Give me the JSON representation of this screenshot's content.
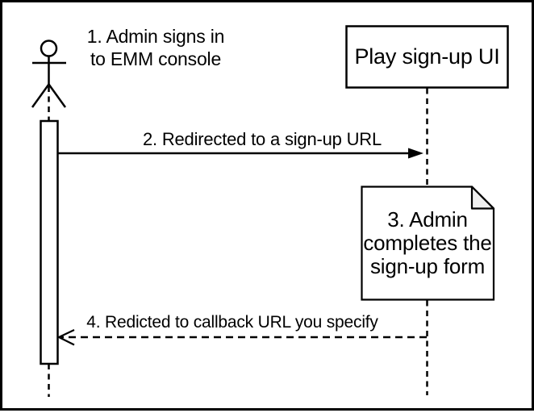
{
  "colors": {
    "ink": "#000000",
    "background": "#ffffff",
    "note_fold_fill": "#f0f0f0"
  },
  "annotations": {
    "step1": {
      "line1": "1. Admin signs in",
      "line2": "to EMM console"
    }
  },
  "participants": {
    "play_signup_ui": {
      "label": "Play sign-up UI"
    }
  },
  "messages": {
    "signup_redirect": {
      "label": "2. Redirected to a sign-up URL"
    },
    "callback_redirect": {
      "label": "4. Redicted to callback URL you specify"
    }
  },
  "note": {
    "line1": "3. Admin",
    "line2": "completes the",
    "line3": "sign-up form"
  }
}
